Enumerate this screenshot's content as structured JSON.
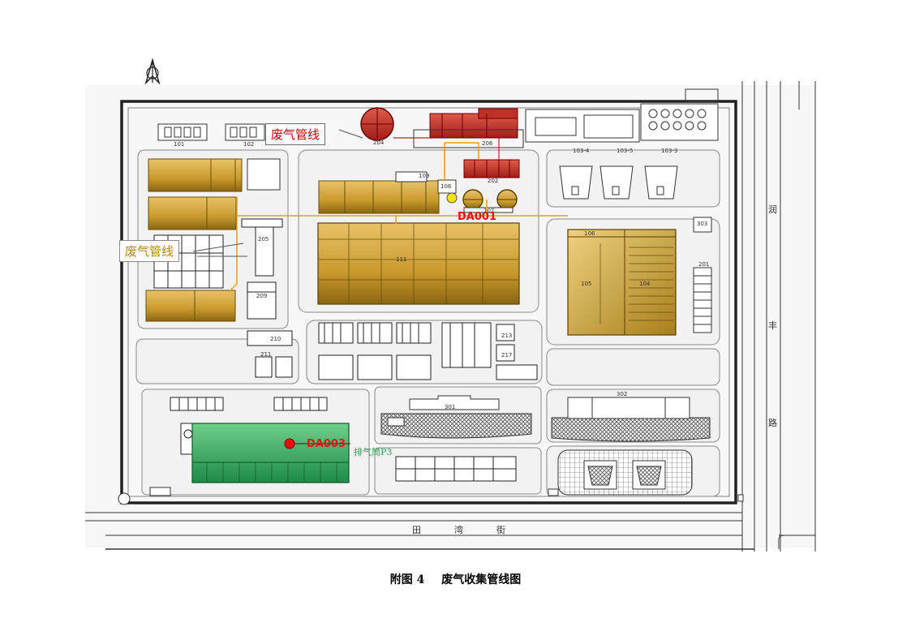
{
  "map": {
    "callouts": {
      "top": "废气管线",
      "left": "废气管线"
    },
    "markers": {
      "da001": "DA001",
      "da003": "DA003",
      "exhaust": "排气筒P3"
    },
    "buildings": {
      "b101": "101",
      "b102": "102",
      "b111": "111",
      "b106": "106",
      "b105": "105",
      "b104": "104",
      "b107": "107",
      "b109": "109",
      "b202": "202",
      "b206": "206",
      "b205": "205",
      "b209": "209",
      "b210": "210",
      "b211": "211",
      "b213": "213",
      "b217": "217",
      "b301": "301",
      "b302": "302",
      "b303": "303",
      "b201": "201",
      "b204": "204",
      "b103_4": "103-4",
      "b103_5": "103-5",
      "b103_3": "103-3"
    },
    "roads": {
      "east_1": "润",
      "east_2": "丰",
      "east_3": "路",
      "south_1": "田",
      "south_2": "湾",
      "south_3": "街"
    }
  },
  "caption": {
    "figure": "附图 4",
    "title": "废气收集管线图"
  },
  "colors": {
    "gold": "#d4a62a",
    "red_building": "#c0302a",
    "green_building": "#2f9e5a",
    "pipe": "#e0a020",
    "marker_yellow": "#f5e400",
    "marker_red": "#e81010"
  }
}
